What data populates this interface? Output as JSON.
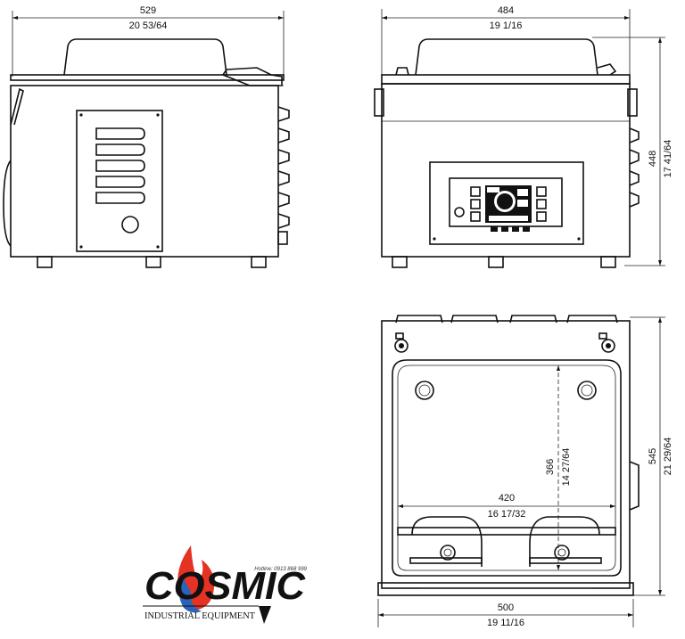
{
  "dimensions": {
    "front_width_mm": "529",
    "front_width_in": "20 53/64",
    "side_width_mm": "484",
    "side_width_in": "19 1/16",
    "side_height_mm": "448",
    "side_height_in": "17 41/64",
    "top_depth_mm": "545",
    "top_depth_in": "21 29/64",
    "top_width_mm": "500",
    "top_width_in": "19 11/16",
    "chamber_width_mm": "420",
    "chamber_width_in": "16 17/32",
    "chamber_depth_mm": "366",
    "chamber_depth_in": "14 27/64"
  },
  "logo": {
    "word": "COSMIC",
    "tagline": "INDUSTRIAL EQUIPMENT",
    "hotline": "Hotline: 0913 868 999",
    "colors": {
      "flame_red": "#e53222",
      "flame_blue": "#2b63b8",
      "text": "#111111"
    }
  }
}
